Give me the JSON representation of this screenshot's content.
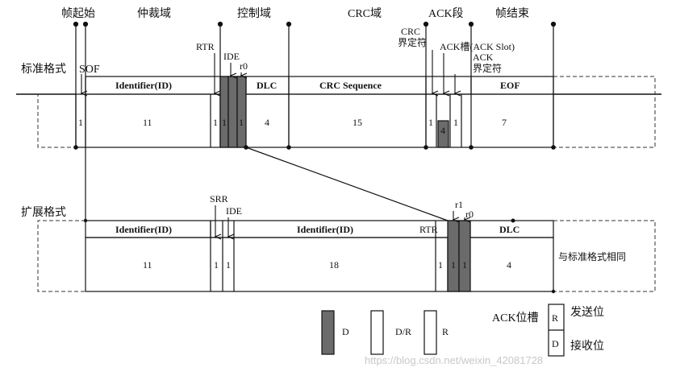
{
  "sections": {
    "frame_start": "帧起始",
    "arbitration": "仲裁域",
    "control": "控制域",
    "crc": "CRC域",
    "ack": "ACK段",
    "frame_end": "帧结束"
  },
  "standard": {
    "label": "标准格式",
    "sof": "SOF",
    "rtr": "RTR",
    "ide": "IDE",
    "r0": "r0",
    "identifier": "Identifier(ID)",
    "dlc": "DLC",
    "crc_sequence": "CRC Sequence",
    "eof": "EOF",
    "crc_delim_line1": "CRC",
    "crc_delim_line2": "界定符",
    "ack_slot": "ACK槽(ACK Slot)",
    "ack_delim_line1": "ACK",
    "ack_delim_line2": "界定符",
    "bits": {
      "sof": "1",
      "identifier": "11",
      "rtr": "1",
      "ide": "1",
      "r0": "1",
      "dlc": "4",
      "crc": "15",
      "crc_delim": "1",
      "ack_slot": "4",
      "ack_delim": "1",
      "eof": "7"
    }
  },
  "extended": {
    "label": "扩展格式",
    "srr": "SRR",
    "ide": "IDE",
    "rtr": "RTR",
    "r1": "r1",
    "r0": "r0",
    "identifier_a": "Identifier(ID)",
    "identifier_b": "Identifier(ID)",
    "dlc": "DLC",
    "same_as_standard": "与标准格式相同",
    "bits": {
      "identifier_a": "11",
      "srr": "1",
      "ide": "1",
      "identifier_b": "18",
      "rtr": "1",
      "r1": "1",
      "r0": "1",
      "dlc": "4"
    }
  },
  "legend": {
    "d": "D",
    "dr": "D/R",
    "r": "R",
    "ack_bit": "ACK位槽",
    "r_key": "R",
    "d_key": "D",
    "send": "发送位",
    "receive": "接收位"
  },
  "watermark": "https://blog.csdn.net/weixin_42081728",
  "colors": {
    "dominant_fill": "#6b6b6b",
    "line": "#111111",
    "dashed": "#333333"
  }
}
